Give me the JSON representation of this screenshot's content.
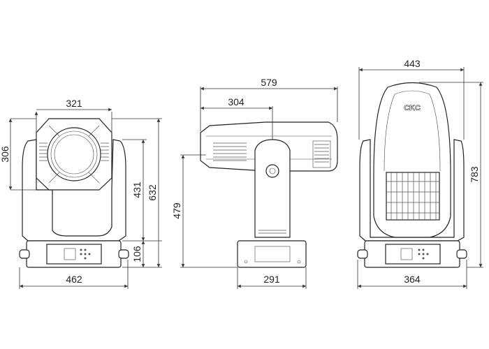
{
  "title": "Moving head fixture dimension drawing (mm)",
  "front_view": {
    "head_width": "321",
    "head_height": "306",
    "yoke_height": "431",
    "total_height": "632",
    "base_height": "106",
    "base_width": "462"
  },
  "side_view": {
    "head_length": "579",
    "pivot_offset": "304",
    "height": "479",
    "base_width": "291"
  },
  "back_view": {
    "width": "443",
    "height": "783",
    "base_width": "364",
    "logo_text": "CKC"
  },
  "colors": {
    "line": "#222222",
    "background": "#ffffff"
  }
}
